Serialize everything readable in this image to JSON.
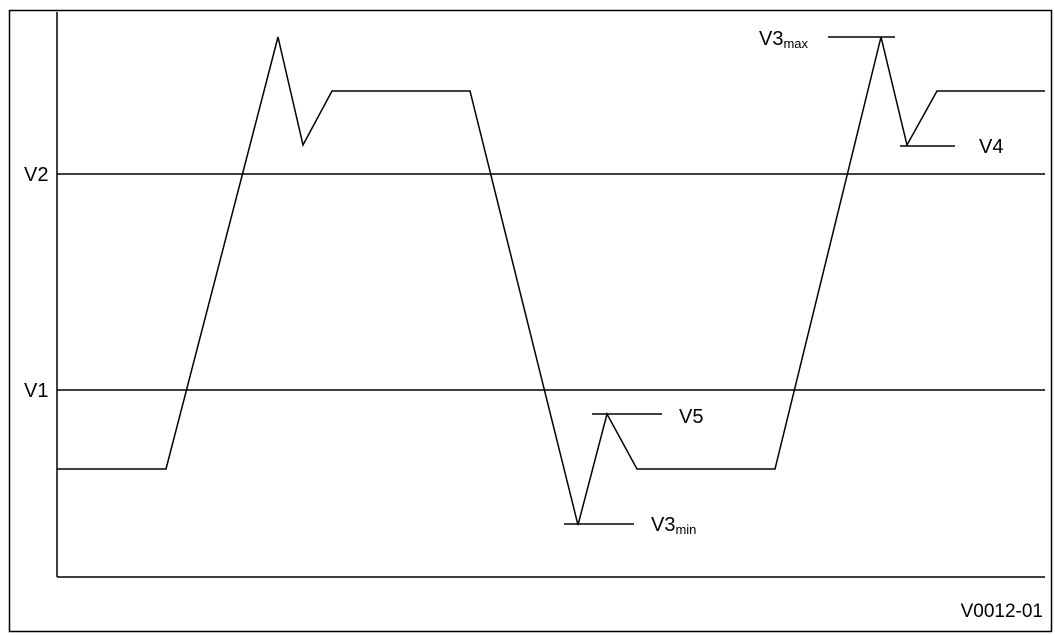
{
  "figure_id": "V0012-01",
  "levels": [
    {
      "key": "v2",
      "label": "V2"
    },
    {
      "key": "v1",
      "label": "V1"
    }
  ],
  "annotations": {
    "v3max": {
      "base": "V3",
      "sub": "max"
    },
    "v4": {
      "label": "V4"
    },
    "v5": {
      "label": "V5"
    },
    "v3min": {
      "base": "V3",
      "sub": "min"
    }
  },
  "colors": {
    "line": "#000000",
    "background": "#ffffff"
  }
}
